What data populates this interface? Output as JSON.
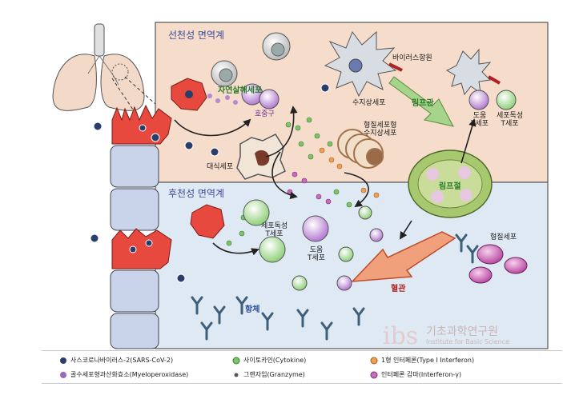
{
  "labels": {
    "innate": "선천성 면역계",
    "adaptive": "후천성 면역계",
    "nk_cell": "자연살해세포",
    "neutrophil": "호중구",
    "viral_antigen": "바이러스항원",
    "dendritic_cell": "수지상세포",
    "lymphatic_vessel": "림프관",
    "helper_t_top_1": "도움",
    "helper_t_top_2": "T세포",
    "cytotoxic_t_top_1": "세포독성",
    "cytotoxic_t_top_2": "T세포",
    "plasmacytoid_dc_1": "형질세포형",
    "plasmacytoid_dc_2": "수지상세포",
    "macrophage": "대식세포",
    "lymph_node": "림프절",
    "plasma_cell": "형질세포",
    "cytotoxic_t_mid_1": "세포독성",
    "cytotoxic_t_mid_2": "T세포",
    "helper_t_mid_1": "도움",
    "helper_t_mid_2": "T세포",
    "blood_vessel": "혈관",
    "antibody": "항체"
  },
  "legend": [
    {
      "text": "사스코로나바이러스-2(SARS-CoV-2)",
      "symbol": "virus-icon",
      "color": "#2b3d6b"
    },
    {
      "text": "사이토카인(Cytokine)",
      "symbol": "cytokine-icon",
      "color": "#7cc66a"
    },
    {
      "text": "1형 인터페론(Type I Interferon)",
      "symbol": "interferon-icon",
      "color": "#f0a050"
    },
    {
      "text": "골수세포형과산화효소(Myeloperoxidase)",
      "symbol": "mpo-icon",
      "color": "#9a6ab8"
    },
    {
      "text": "그랜자임(Granzyme)",
      "symbol": "granzyme-icon",
      "color": "#555555"
    },
    {
      "text": "인터페론 감마(Interferon-γ)",
      "symbol": "ifn-gamma-icon",
      "color": "#c86ac0"
    }
  ],
  "watermark": {
    "main": "기초과학연구원",
    "sub": "Institute for Basic Science"
  },
  "colors": {
    "innate_bg": "#f6dccb",
    "adaptive_bg": "#dfe9f4",
    "lymph_node": "#a8c870",
    "vessel": "#e8734f",
    "epithelium": "#c9d4ea",
    "infected": "#e8493f"
  }
}
